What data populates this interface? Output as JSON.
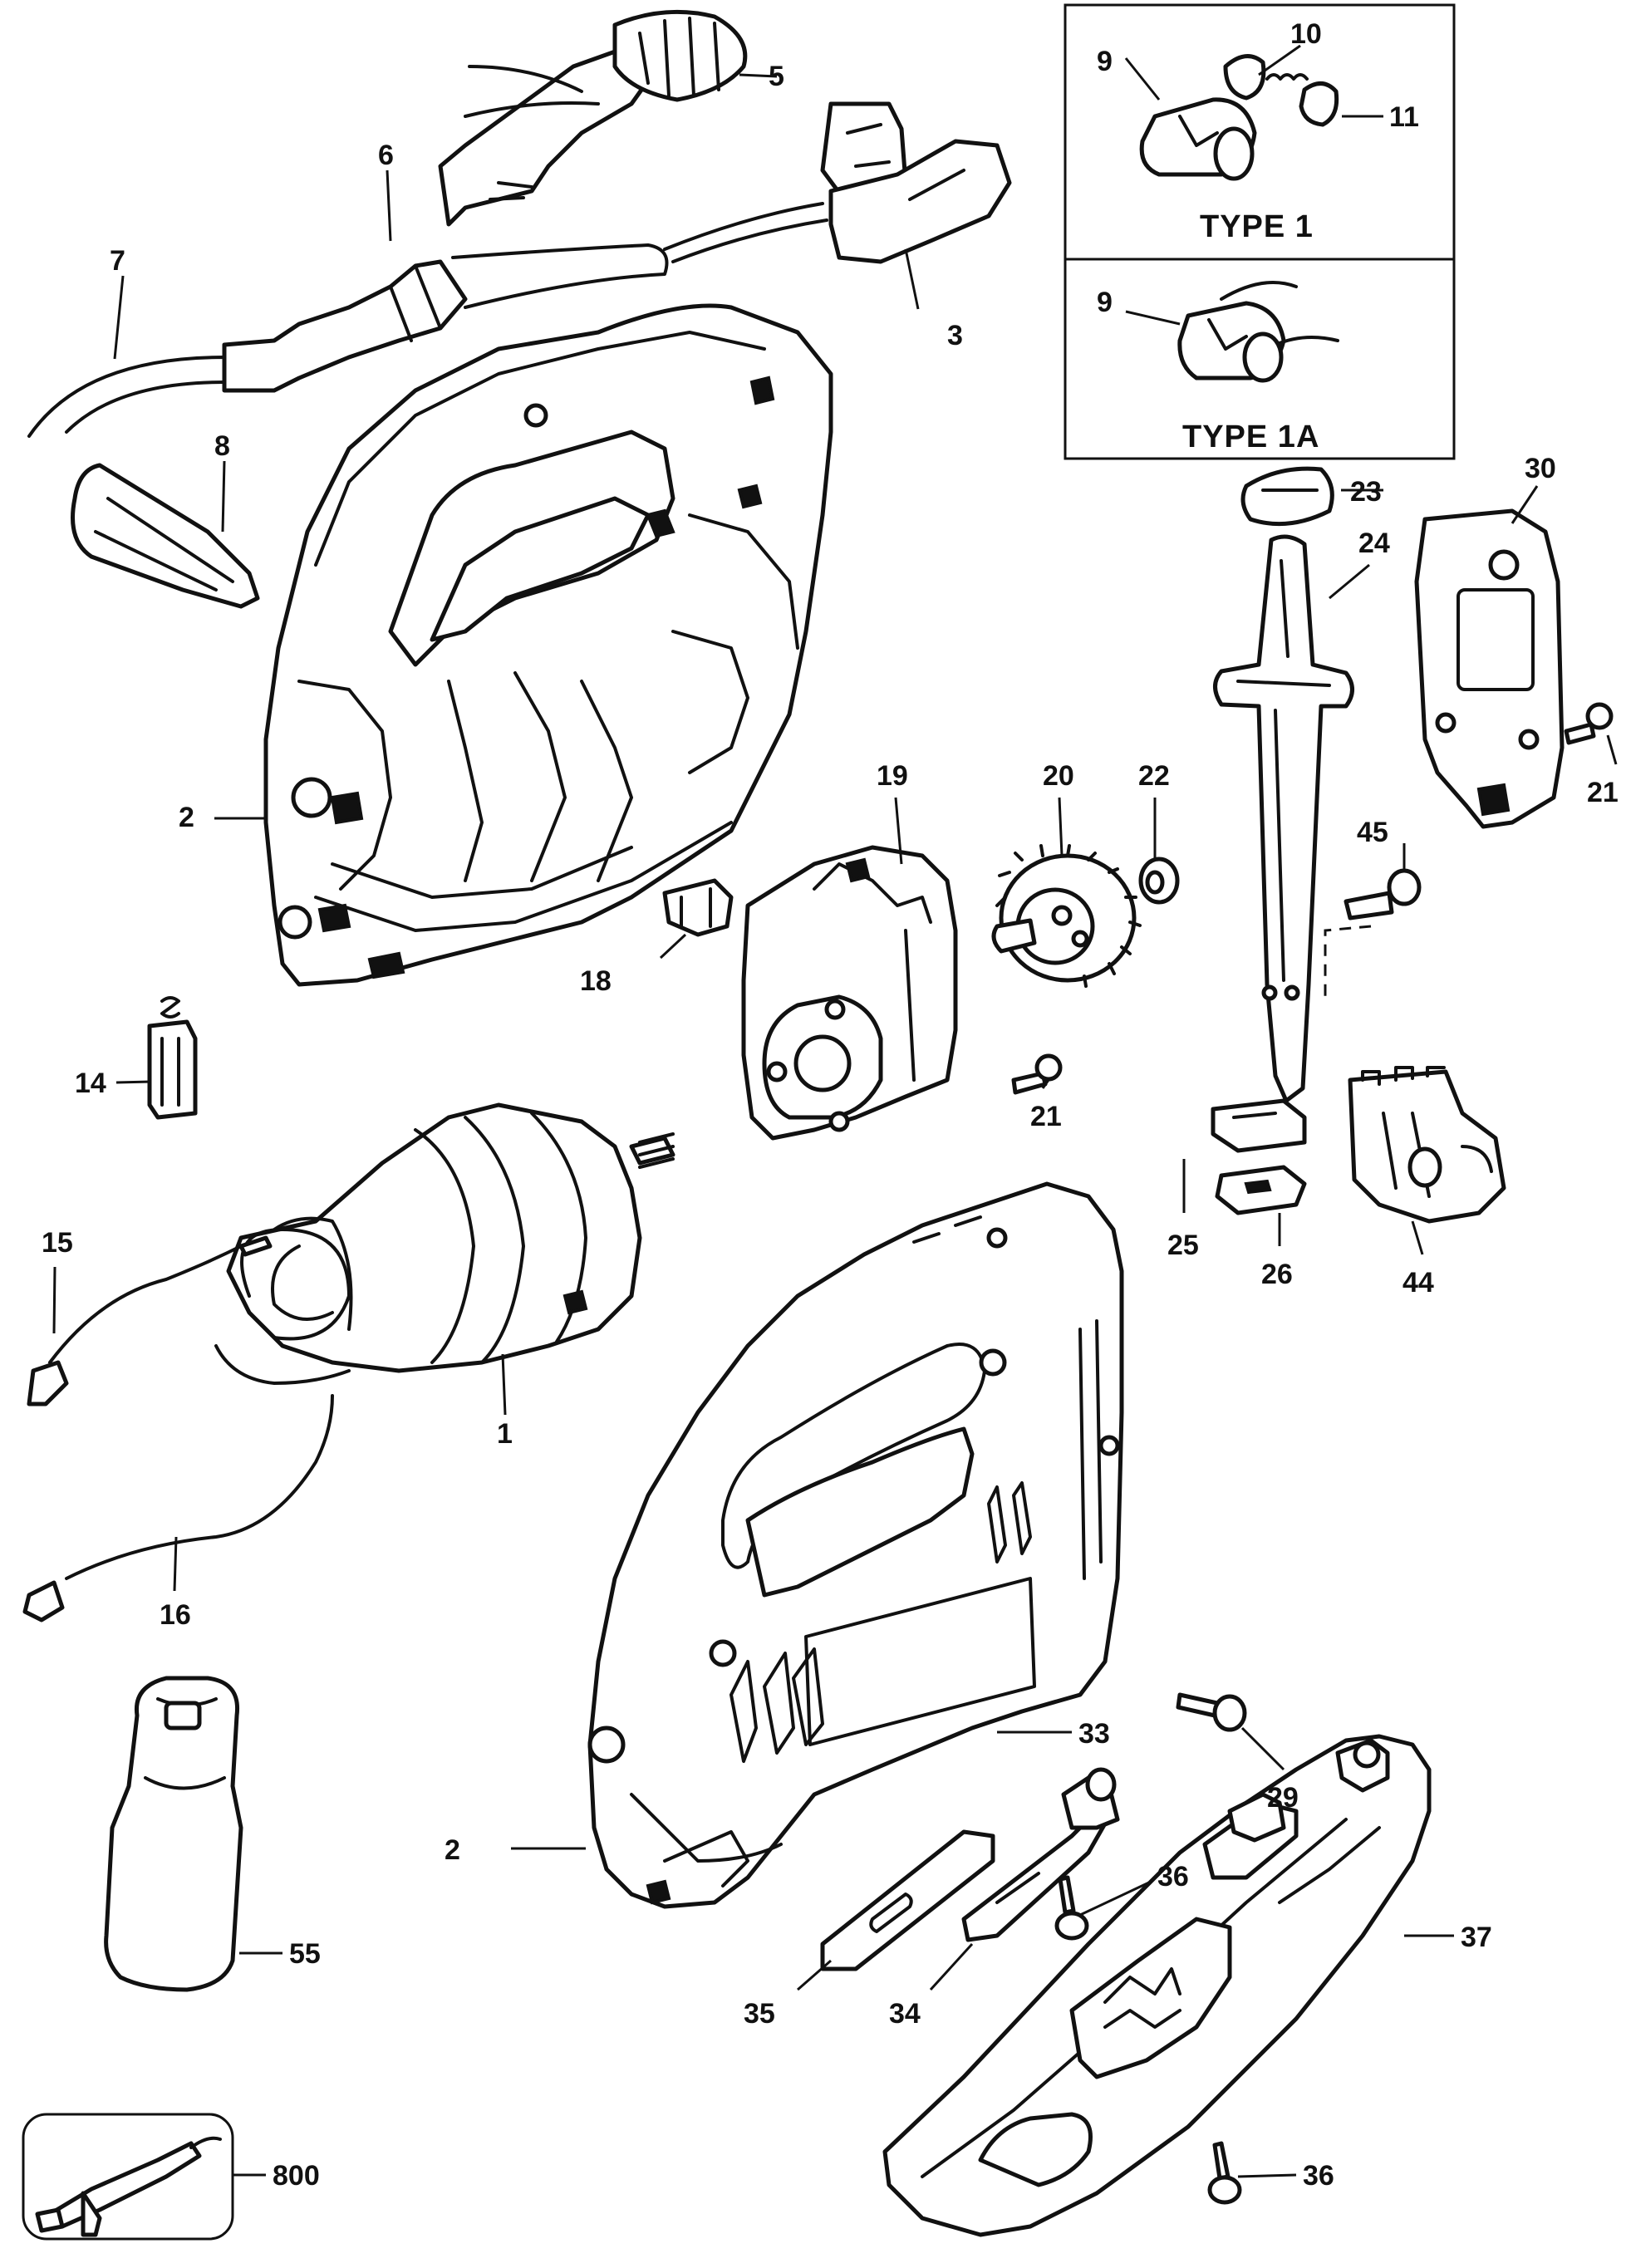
{
  "callouts": {
    "c1": "1",
    "c2a": "2",
    "c2b": "2",
    "c3": "3",
    "c5": "5",
    "c6": "6",
    "c7": "7",
    "c8": "8",
    "c9a": "9",
    "c9b": "9",
    "c10": "10",
    "c11": "11",
    "c14": "14",
    "c15": "15",
    "c16": "16",
    "c18": "18",
    "c19": "19",
    "c20": "20",
    "c21a": "21",
    "c21b": "21",
    "c22": "22",
    "c23": "23",
    "c24": "24",
    "c25": "25",
    "c26": "26",
    "c29": "29",
    "c30": "30",
    "c33": "33",
    "c34": "34",
    "c35": "35",
    "c36a": "36",
    "c36b": "36",
    "c37": "37",
    "c44": "44",
    "c45": "45",
    "c55": "55",
    "c800": "800"
  },
  "inset": {
    "type1_label": "TYPE 1",
    "type1a_label": "TYPE 1A"
  },
  "colors": {
    "ink": "#111111",
    "paper": "#ffffff"
  }
}
